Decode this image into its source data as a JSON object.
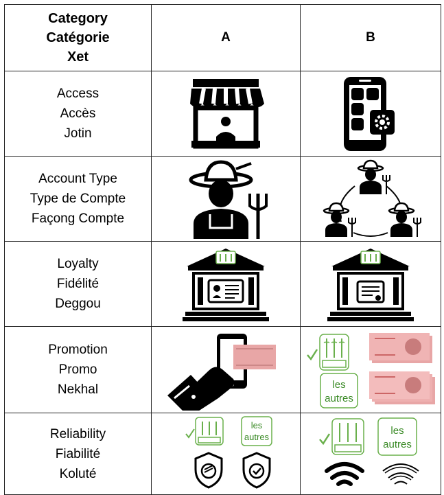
{
  "header": {
    "category_lines": [
      "Category",
      "Catégorie",
      "Xet"
    ],
    "col_a": "A",
    "col_b": "B"
  },
  "rows": [
    {
      "lines": [
        "Access",
        "Accès",
        "Jotin"
      ],
      "a_icon": "market-stall-icon",
      "b_icon": "smartphone-settings-icon"
    },
    {
      "lines": [
        "Account Type",
        "Type de Compte",
        "Façong Compte"
      ],
      "a_icon": "farmer-with-pitchfork-icon",
      "b_icon": "farmer-group-cycle-icon"
    },
    {
      "lines": [
        "Loyalty",
        "Fidélité",
        "Deggou"
      ],
      "a_icon": "bank-with-id-card-icon",
      "b_icon": "bank-with-certificate-icon"
    },
    {
      "lines": [
        "Promotion",
        "Promo",
        "Nekhal"
      ],
      "a_icon": "hand-phone-banknote-icon",
      "b_icon": "logo-banknotes-les-autres-icon",
      "b_badge_line1": "les",
      "b_badge_line2": "autres"
    },
    {
      "lines": [
        "Reliability",
        "Fiabilité",
        "Koluté"
      ],
      "a_icon": "logo-shields-icon",
      "b_icon": "logo-wifi-signal-icon",
      "a_badge_line1": "les",
      "a_badge_line2": "autres",
      "b_badge_line1": "les",
      "b_badge_line2": "autres"
    }
  ],
  "colors": {
    "logo_green": "#6ab04c",
    "banknote_pink": "#e8a6a6"
  }
}
